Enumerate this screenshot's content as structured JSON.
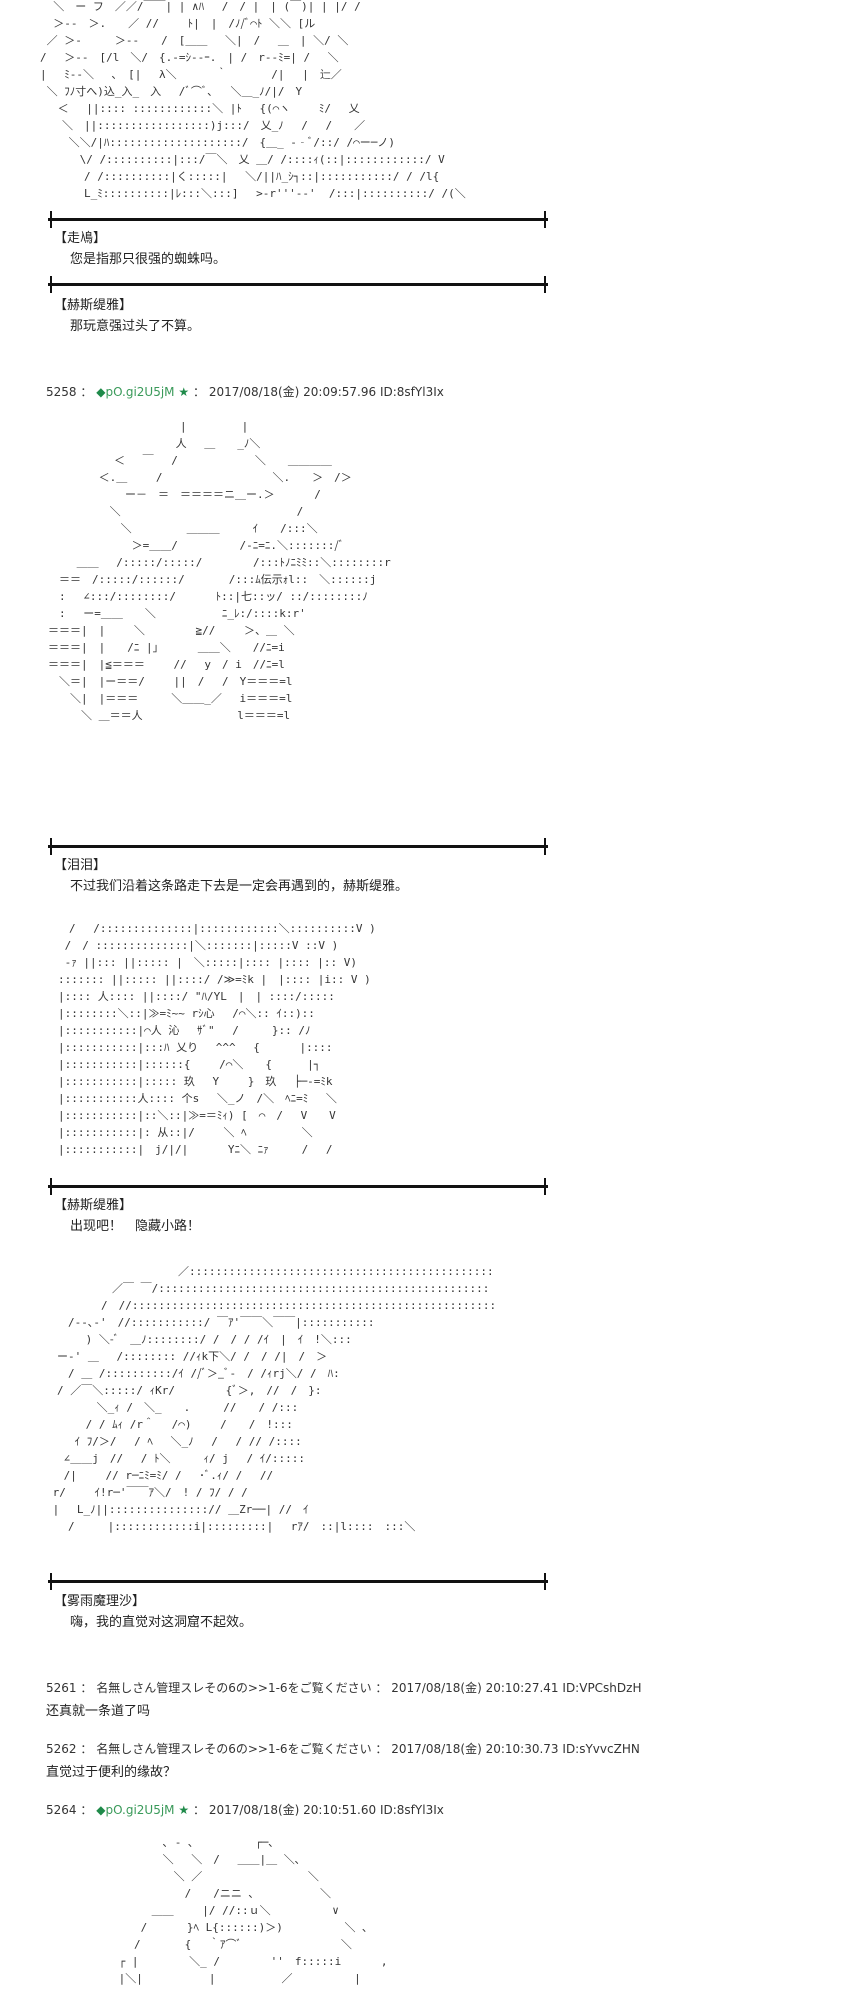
{
  "posts": [
    {
      "id": "aa-block-1",
      "dialogue": [
        {
          "speaker": "【走鳰】",
          "text": "您是指那只很强的蜘蛛吗。"
        },
        {
          "speaker": "【赫斯缇雅】",
          "text": "那玩意强过头了不算。"
        }
      ]
    },
    {
      "number": "5258",
      "sep": "：",
      "diamond": "◆",
      "trip": "pO.gi2U5jM",
      "star": "★",
      "date": "2017/08/18(金) 20:09:57.96",
      "uid": "ID:8sfYl3Ix",
      "dialogue": [
        {
          "speaker": "【泪泪】",
          "text": "不过我们沿着这条路走下去是一定会再遇到的，赫斯缇雅。"
        },
        {
          "speaker": "【赫斯缇雅】",
          "text": "出现吧！　隐藏小路！"
        },
        {
          "speaker": "【雾雨魔理沙】",
          "text": "嗨，我的直觉对这洞窟不起效。"
        }
      ]
    },
    {
      "number": "5261",
      "sep": "：",
      "name": "名無しさん管理スレその6の>>1-6をご覧ください",
      "date": "2017/08/18(金) 20:10:27.41",
      "uid": "ID:VPCshDzH",
      "body": "还真就一条道了吗"
    },
    {
      "number": "5262",
      "sep": "：",
      "name": "名無しさん管理スレその6の>>1-6をご覧ください",
      "date": "2017/08/18(金) 20:10:30.73",
      "uid": "ID:sYvvcZHN",
      "body": "直觉过于便利的缘故？"
    },
    {
      "number": "5264",
      "sep": "：",
      "diamond": "◆",
      "trip": "pO.gi2U5jM",
      "star": "★",
      "date": "2017/08/18(金) 20:10:51.60",
      "uid": "ID:8sfYl3Ix"
    }
  ],
  "colors": {
    "trip_green": "#3a9a5a",
    "diamond_green": "#1f8a4a",
    "rule": "#111111",
    "text": "#222222"
  },
  "aa": {
    "a1": "  ＼　ー フ　／／/￣￣| | ∧ﾊ　 /　/ |　| (￣)| | |/ /\n  ＞--　＞.　　／ //　　 ﾄ|　|　/ﾉ/ﾞ⌒ﾄ ＼＼ [ル\n ／ ＞-　　　＞--　　/　[＿＿ 　＼|　/　 ＿　| ＼/ ＼\n/　 ＞--　[/l　＼/　{.-=ｼ-‐ｰ.　| /　r--ﾐ=| /　 ＼\n|　 ﾐ--＼　 ､　[|　 λ＼　　　 ｀　　　　/|　 |　辷／\n ＼ ﾌﾉ寸へ)込_入_　入　 /ﾞ⌒ﾞ､　 ＼＿_ﾉ/|/　Y\n　 ＜　 ||:::: ::::::::::::＼ |ﾄ　 {(⌒ヽ　 　ﾐ/　 乂\n　　＼　||:::::::::::::::::)j:::/　乂_ﾉ　 /　 /　　／\n　　 ＼＼/|ﾊ::::::::::::::::::::/　{＿_ -‐ﾞ/::/ /⌒ー─ノ)\n　　　 \\/ /::::::::::|:::/￣＼　乂 ＿/ /::::ｨ(::|::::::::::::/ V\n　　　　/ /::::::::::|く:::::|　 ＼/||ﾊ_ｼ┐::|:::::::::::/ / /l{\n　　　　L_ﾐ::::::::::|ﾚ:::＼:::]　 >-r'''--'  /:::|::::::::::/ /(＼",
    "a2": "　　　　　　　　　　　　|　　　　　|\n　　　　　　　　　　　 人　 ＿　　_ﾉ＼\n　　　　　　＜　 ￣　 /　　　　　　　＼　　＿＿＿＿\n　　　　 ＜.＿　 　/　　　　　　　　　　＼.　　＞　/＞\n　　　　　　　ー－　＝　＝＝＝＝ニ＿ー.＞　　　 /\n　　　　　 ＼　　　　　　　　　　　　　　　　/\n　　　　　　 ＼　　　　　＿＿＿　　　ｲ　　/:::＼\n　　　　　　　 ＞=＿＿/　　　　　 /-ﾆ=ﾆ.＼:::::::/ﾞ\n　　 ＿＿ 　/:::::/:::::/　　　　 /:::ﾄﾉﾆﾐﾐ::＼::::::::r\n　＝＝　/:::::/::::::/　　　　/:::ﾑ伝示ｫl::　＼::::::j\n　:　 ∠:::/::::::::/　　　 ﾄ::|七::ッ/ ::/::::::::ﾉ\n　:　 ー=＿＿　　＼　　　　　　ﾆ_ﾚ:/::::k:r'\n＝＝＝|　|　　 ＼　　　　 ≧//　　 ＞、＿ ＼\n＝＝＝|　|　　/ﾆ |｣　　　 ＿＿＼　　//ﾆ=i\n＝＝＝|　|≦＝＝＝　　 //　 y　/ i　//ﾆ=l\n　＼＝|　|ー＝＝/　　 ||　/　 /　Y＝＝＝=l\n　　＼|　|＝＝＝　　　＼＿＿_／　 i＝＝＝=l\n　　　＼ ＿＝＝人　　　　　　　　 l＝＝＝=l",
    "a3": "　/　 /::::::::::::::|::::::::::::＼::::::::::V )\n /　/ ::::::::::::::|＼:::::::|:::::V ::V )\n ‐ｧ ||::: ||::::: |　＼:::::|:::: |:::: |:: V)\n::::::: ||::::: ||::::/ /≫=ﾐk |　|:::: |i:: V )\n|:::: 人:::: ||::::/ \"ﾊ/YL　|　| ::::/:::::\n|::::::::＼::|≫=ﾐ~~ rｼ心　 /⌒＼:: ｲ::)::\n|:::::::::::|⌒人 沁　 ｻﾞ\"　 /　　　}:: /ﾉ\n|:::::::::::|:::ﾊ 乂り　 ^^^ 　{　　　 |::::\n|:::::::::::|::::::{　　 /⌒＼　　{　 　 |┐\n|:::::::::::|::::: 玖　 Y　　 }　玖　 ├─-=ﾐk\n|:::::::::::人:::: 个s　 ＼_ノ　/＼　ﾍﾆ=ﾐ　 ＼\n|:::::::::::|::＼::|≫=＝ﾐｨ) [　⌒　/　 V　　V\n|:::::::::::|: 从::|/　　 ＼ ﾍ　　　　　＼\n|:::::::::::|　j/|/|　　　 Yﾆ＼ ﾆｧ　　　/　 /",
    "a4": "　　　　　　　　　　　　／::::::::::::::::::::::::::::::::::::::::::::::\n　　　　　　／￣ ￣/::::::::::::::::::::::::::::::::::::::::::::::::::\n　　　　　/　//:::::::::::::::::::::::::::::::::::::::::::::::::::::::\n　　/--､-'　//:::::::::::/ ￣ｱ'￣￣＼￣￣|:::::::::::\n　　　 ) ＼-ﾞ　＿ﾉ::::::::/ /　/ / /ｲ　|　ｲ　!＼:::\n　ー-' ＿　 /:::::::: //ｨk下＼/ /　/ /|　/　＞\n　　/ ＿ /::::::::::/ｲ //ﾞ＞_ﾞ-　/ /ｨrj＼/ /　ﾊ:\n　/ ／￣＼:::::/ ｨKr/　　　　 {ﾞ＞,　//　/　}:\n　　　　 ＼_ｨ /　＼_　　.　　　//　　/ /:::\n　　　 / / ﾑｨ /r＾　 /⌒)　　 /　　/　!:::\n　　 ｲ ﾌ/＞/ 　/ ﾍ　 ＼_ﾉ　 /　 / // /::::\n　 ∠＿＿j　//　 / ﾄ＼　　　ｨ/ j 　/ ｲ/:::::\n　 /| 　　// r─ﾆﾐ=ﾐ/ /　 ･ﾞ.ｨ/ /　 //\n r/　　 ｲ!r─'￣￣ｱ＼/　! / ﾌ/ / /\n |　 L_ﾉ||:::::::::::::::// ＿Zr──| //　ｲ\n　　/　　　|::::::::::::i|:::::::::| 　rｱ/　::|l::::　:::＼",
    "a5": "　　　　　　 ､ ‐ ､　　　　　 ┌─､\n　　　　　　 ＼　 ＼　/　 ＿＿|＿ ＼､\n　　　　　　　 ＼ ／　　　　　　　　　 ＼\n　　　　　　　　 /　　/ニニ ､　　　　　　＼\n　　　　　 ＿＿　　 |/ //::ｕ＼　　　　　 ∨\n　　　　 /　　　 }ﾍ L{::::::)＞)　　　　　 ＼ ､\n　　　　/　　　　{　 ｀ｱ⌒ﾞ　　　　　　　　　＼\n　　 ┌ |　　　　 ＼_ /　　　　 ''　f:::::i　　　 ,\n　　 |＼|　　　　　　|　　　　　　／　　　　　 |"
  }
}
